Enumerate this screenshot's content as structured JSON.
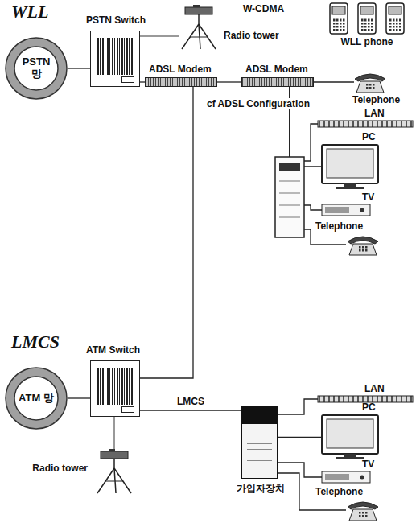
{
  "diagram": {
    "nodes": [
      {
        "text": [
          "PSTN 망"
        ]
      },
      {
        "text": [
          "PSTN Switch"
        ]
      },
      {
        "text": [
          "ADSL Modem"
        ]
      },
      {
        "text": [
          "ADSL Modem"
        ]
      },
      {
        "text": [
          "Radio tower"
        ]
      },
      {
        "text": [
          "WLL phone"
        ]
      },
      {
        "text": [
          "Telephone"
        ]
      },
      {
        "text": [
          "LAN"
        ]
      },
      {
        "text": [
          "PC"
        ]
      },
      {
        "text": [
          "TV"
        ]
      },
      {
        "text": [
          "Telephone"
        ]
      },
      {
        "text": [
          "ATM 망"
        ]
      },
      {
        "text": [
          "ATM Switch"
        ]
      },
      {
        "text": [
          "Radio tower"
        ]
      },
      {
        "text": [
          "가입자장치"
        ]
      },
      {
        "text": [
          "LAN"
        ]
      },
      {
        "text": [
          "PC"
        ]
      },
      {
        "text": [
          "TV"
        ]
      },
      {
        "text": [
          "Telephone"
        ]
      }
    ],
    "edges": [
      {
        "from": 0,
        "to": 1,
        "arrow": "none"
      },
      {
        "from": 1,
        "to": 4,
        "arrow": "none"
      },
      {
        "from": 1,
        "to": 2,
        "arrow": "none"
      },
      {
        "from": 2,
        "to": 3,
        "arrow": "none"
      },
      {
        "from": 3,
        "to": 6,
        "arrow": "none"
      },
      {
        "from": 3,
        "to": 7,
        "arrow": "none"
      },
      {
        "from": 3,
        "to": 8,
        "arrow": "none"
      },
      {
        "from": 3,
        "to": 9,
        "arrow": "none"
      },
      {
        "from": 3,
        "to": 10,
        "arrow": "none"
      },
      {
        "from": 2,
        "to": 12,
        "arrow": "none"
      },
      {
        "from": 11,
        "to": 12,
        "arrow": "none"
      },
      {
        "from": 12,
        "to": 13,
        "arrow": "none"
      },
      {
        "from": 12,
        "to": 14,
        "label": "LMCS",
        "arrow": "none"
      },
      {
        "from": 14,
        "to": 15,
        "arrow": "none"
      },
      {
        "from": 14,
        "to": 16,
        "arrow": "none"
      },
      {
        "from": 14,
        "to": 17,
        "arrow": "none"
      },
      {
        "from": 14,
        "to": 18,
        "arrow": "none"
      }
    ],
    "labels": [
      "WLL",
      "W-CDMA",
      "cf ADSL Configuration",
      "LMCS"
    ]
  }
}
